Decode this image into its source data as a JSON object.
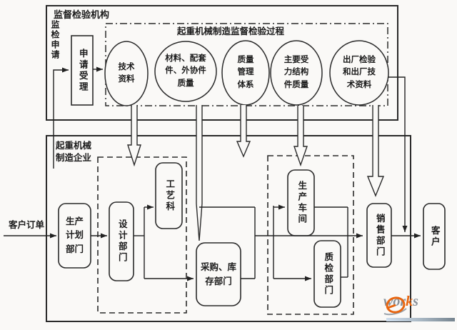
{
  "agency": {
    "label": "监督检验机构",
    "application_label": "监检申请",
    "acceptance_box_label": "申请受理",
    "process_title": "起重机械制造监督检验过程",
    "ellipses": {
      "technical_data": "技术\n资料",
      "materials_parts_quality": "材料、配套\n件、外协件\n质量",
      "quality_mgmt_system": "质量\n管理\n体系",
      "load_bearing_quality": "主要受\n力结构\n件质量",
      "factory_inspection_docs": "出厂检验\n和出厂技\n术资料"
    }
  },
  "enterprise": {
    "label": "起重机械\n制造企业",
    "customer_order_label": "客户订单",
    "production_planning_label": "生产\n计划\n部门",
    "design_label": "设计部门",
    "process_section_label": "工艺科",
    "purchasing_warehouse_label": "采购、库\n存部门",
    "production_workshop_label": "生产车间",
    "quality_inspection_label": "质检部门",
    "sales_label": "销售部门"
  },
  "customer_label": "客户",
  "logo": {
    "wor": "wor",
    "k": "k",
    "s": "s"
  },
  "colors": {
    "line": "#2a2a2a",
    "text": "#1b1b1b",
    "paper": "#faf9f7",
    "logo_orange": "#e8650f",
    "logo_gray": "#8a9199"
  }
}
